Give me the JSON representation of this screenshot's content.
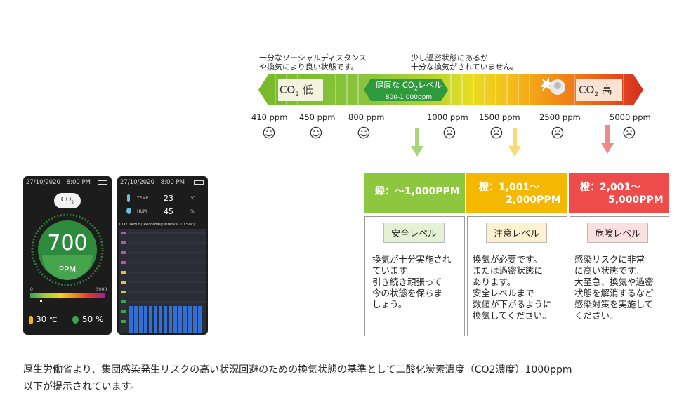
{
  "notes": {
    "left": [
      "十分なソーシャルディスタンス",
      "や換気により良い状態です。"
    ],
    "right": [
      "少し過密状態にあるか",
      "十分な換気がされていません。"
    ]
  },
  "scale": {
    "low_label_pre": "CO",
    "low_label_sub": "2",
    "low_label_post": " 低",
    "high_label_pre": "CO",
    "high_label_sub": "2",
    "high_label_post": " 高",
    "healthy_title_pre": "健康な ",
    "healthy_title_co": "CO",
    "healthy_title_sub": "2",
    "healthy_title_post": "レベル",
    "healthy_range": "800-1,000ppm",
    "ticks": [
      "410 ppm",
      "450 ppm",
      "800 ppm",
      "1000 ppm",
      "1500 ppm",
      "2500 ppm",
      "5000 ppm"
    ],
    "colors": {
      "green": "#7dc242",
      "yellow": "#f7b900",
      "red": "#e8393a"
    }
  },
  "levels": [
    {
      "head_line1": "緑：～1,000PPM",
      "head_line2": "",
      "badge": "安全レベル",
      "text": [
        "換気が十分実施され",
        "ています。",
        "引き続き頑張って",
        "今の状態を保ちま",
        "しょう。"
      ],
      "color": "#8dc63f",
      "badge_bg": "#e3f2d3"
    },
    {
      "head_line1": "橙：1,001～",
      "head_line2": "2,000PPM",
      "badge": "注意レベル",
      "text": [
        "換気が必要です。",
        "または過密状態に",
        "あります。",
        "安全レベルまで",
        "数値が下がるように",
        "換気してください。"
      ],
      "color": "#f5b800",
      "badge_bg": "#fdf1cf"
    },
    {
      "head_line1": "橙：2,001～",
      "head_line2": "5,000PPM",
      "badge": "危険レベル",
      "text": [
        "感染リスクに非常",
        "に高い状態です。",
        "大至急、換気や過密",
        "状態を解消するなど",
        "感染対策を実施して",
        "ください。"
      ],
      "color": "#ee4b4b",
      "badge_bg": "#fbe0e0"
    }
  ],
  "device1": {
    "date": "27/10/2020",
    "time": "8:00",
    "ampm": "PM",
    "cloud_pre": "CO",
    "cloud_sub": "2",
    "value": "700",
    "unit": "PPM",
    "scale_min": "0",
    "scale_max": "5000",
    "temp": "30",
    "temp_unit": "℃",
    "hum": "50",
    "hum_unit": "%"
  },
  "device2": {
    "date": "27/10/2020",
    "time": "8:00",
    "ampm": "PM",
    "temp_label": "TEMP",
    "temp": "23",
    "temp_unit": "℃",
    "hum_label": "HUM",
    "hum": "45",
    "hum_unit": "%",
    "table_title": "CO2 TABLE( Recording interval 10 Sec)"
  },
  "footer": {
    "line1": "厚生労働省より、集団感染発生リスクの高い状況回避のための換気状態の基準として二酸化炭素濃度（CO2濃度）1000ppm",
    "line2": "以下が提示されています。"
  }
}
